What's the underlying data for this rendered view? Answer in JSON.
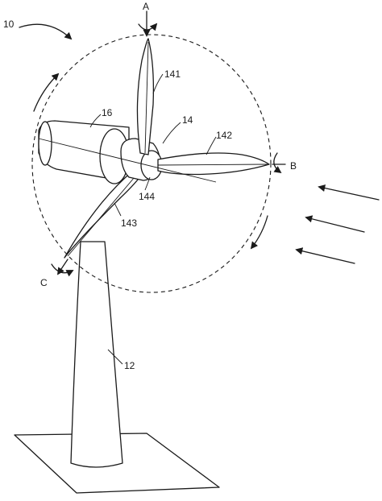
{
  "labels": {
    "assembly": "10",
    "tower": "12",
    "rotor": "14",
    "nacelle": "16",
    "blade_1": "141",
    "blade_2": "142",
    "blade_3": "143",
    "hub": "144",
    "axis_a": "A",
    "axis_b": "B",
    "axis_c": "C"
  }
}
